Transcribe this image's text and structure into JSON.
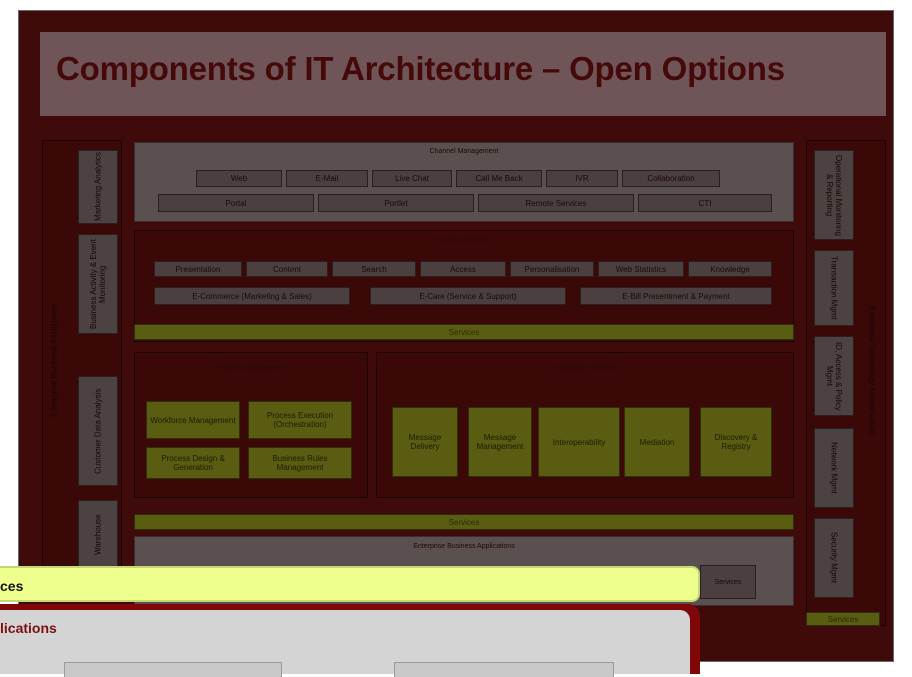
{
  "title": "Components of IT Architecture – Open Options",
  "left_column": {
    "vertical_label": "Enterprise Business Intelligence",
    "items": [
      "Marketing Analytics",
      "Business Activity & Event Monitoring",
      "Customer Data Analysis",
      "Warehouse"
    ]
  },
  "channel_management": {
    "label": "Channel Management",
    "row1": [
      "Web",
      "E-Mail",
      "Live Chat",
      "Call Me Back",
      "IVR",
      "Collaboration"
    ],
    "row2": [
      "Portal",
      "Portlet",
      "Remote Services",
      "CTI"
    ]
  },
  "business_services": {
    "label": "Business Services",
    "row1": [
      "Presentation",
      "Content",
      "Search",
      "Access",
      "Personalisation",
      "Web Statistics",
      "Knowledge"
    ],
    "row2": [
      "E-Commerce (Marketing & Sales)",
      "E-Care (Service & Support)",
      "E-Bill Presentment & Payment"
    ],
    "services": "Services"
  },
  "process_management": {
    "label": "Process Management",
    "items": [
      "Workforce Management",
      "Process Execution (Orchestration)",
      "Process Design & Generation",
      "Business Rules Management"
    ]
  },
  "integration": {
    "label": "Integration Services",
    "items": [
      "Message Delivery",
      "Message Management",
      "Interoperability",
      "Mediation",
      "Discovery & Registry"
    ]
  },
  "services_mid": "Services",
  "enterprise_apps": {
    "label": "Enterprise Business Applications",
    "partial": "Services"
  },
  "right_column": {
    "vertical_label": "Enterprise Technology Infrastructure",
    "items": [
      "Operational Monitoring & Reporting",
      "Transaction Mgmt",
      "ID, Access & Policy Mgmt",
      "Network Mgmt",
      "Security Mgmt"
    ],
    "services": "Services"
  },
  "overlay": {
    "services_text": "ces",
    "apps_text": "lications"
  }
}
